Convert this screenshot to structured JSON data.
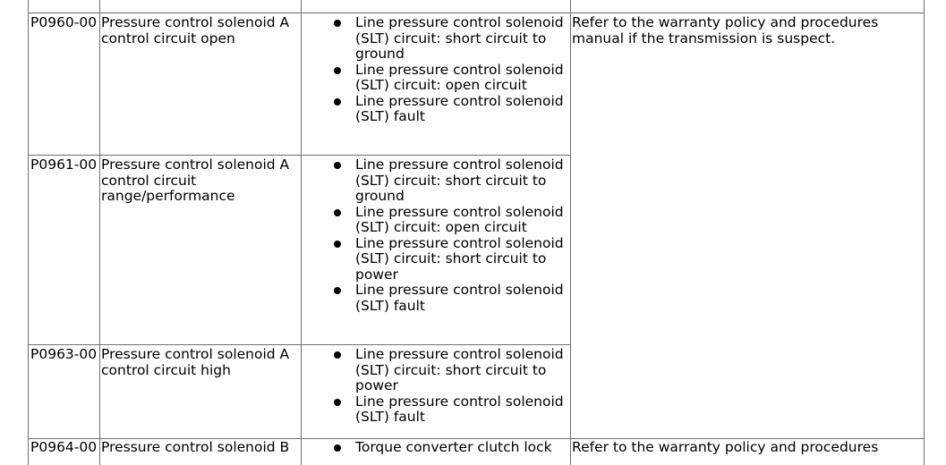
{
  "rows": [
    {
      "code": "P0960-00",
      "name": "Pressure control solenoid A control circuit open",
      "causes": [
        "Line pressure control solenoid (SLT) circuit: short circuit to ground",
        "Line pressure control solenoid (SLT) circuit: open circuit",
        "Line pressure control solenoid (SLT) fault"
      ],
      "area": "Refer to the warranty policy and procedures manual if the transmission is suspect."
    },
    {
      "code": "P0961-00",
      "name": "Pressure control solenoid A control circuit range/performance",
      "causes": [
        "Line pressure control solenoid (SLT) circuit: short circuit to ground",
        "Line pressure control solenoid (SLT) circuit: open circuit",
        "Line pressure control solenoid (SLT) circuit: short circuit to power",
        "Line pressure control solenoid (SLT) fault"
      ],
      "area": ""
    },
    {
      "code": "P0963-00",
      "name": "Pressure control solenoid A control circuit high",
      "causes": [
        "Line pressure control solenoid (SLT) circuit: short circuit to power",
        "Line pressure control solenoid (SLT) fault"
      ],
      "area": ""
    },
    {
      "code": "P0964-00",
      "name": "Pressure control solenoid B",
      "causes": [
        "Torque converter clutch lock"
      ],
      "area": "Refer to the warranty policy and procedures"
    }
  ]
}
